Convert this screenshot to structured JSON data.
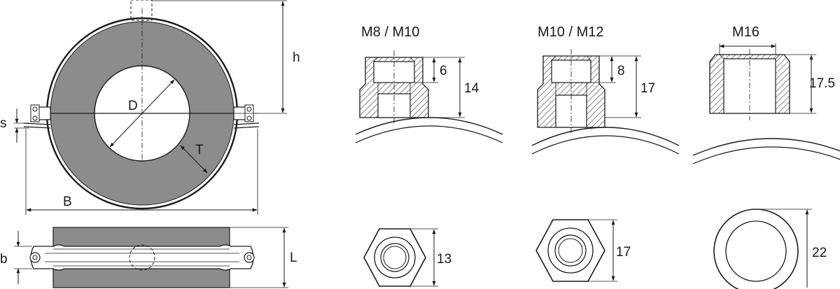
{
  "clamp": {
    "labels": {
      "h": "h",
      "s": "s",
      "D": "D",
      "T": "T",
      "B": "B",
      "b": "b",
      "L": "L"
    },
    "insulation_color": "#8c8c8c"
  },
  "nuts": [
    {
      "title": "M8 / M10",
      "thread_depth": "6",
      "height": "14",
      "width_across_flats": "13"
    },
    {
      "title": "M10 / M12",
      "thread_depth": "8",
      "height": "17",
      "width_across_flats": "17"
    },
    {
      "title": "M16",
      "height": "17.5",
      "diameter": "22"
    }
  ]
}
